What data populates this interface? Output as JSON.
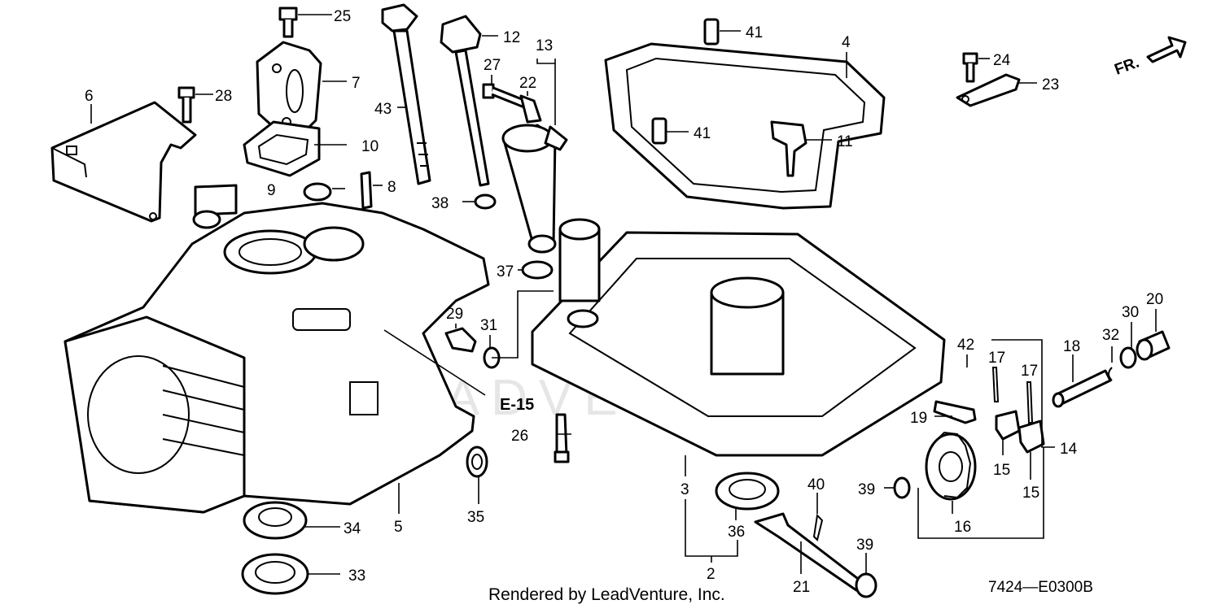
{
  "diagram": {
    "callouts": {
      "c2": "2",
      "c3": "3",
      "c4": "4",
      "c5": "5",
      "c6": "6",
      "c7": "7",
      "c8": "8",
      "c9": "9",
      "c10": "10",
      "c11": "11",
      "c12": "12",
      "c13": "13",
      "c14": "14",
      "c15a": "15",
      "c15b": "15",
      "c16": "16",
      "c17a": "17",
      "c17b": "17",
      "c18": "18",
      "c19": "19",
      "c20": "20",
      "c21": "21",
      "c22": "22",
      "c23": "23",
      "c24": "24",
      "c25": "25",
      "c26": "26",
      "c27": "27",
      "c28": "28",
      "c29": "29",
      "c30": "30",
      "c31": "31",
      "c32": "32",
      "c33": "33",
      "c34": "34",
      "c35": "35",
      "c36": "36",
      "c37": "37",
      "c38": "38",
      "c39a": "39",
      "c39b": "39",
      "c40": "40",
      "c41a": "41",
      "c41b": "41",
      "c42": "42",
      "c43": "43"
    },
    "reference": "E-15",
    "direction": "FR.",
    "watermark": "LEADVENTURE",
    "credit": "Rendered by LeadVenture, Inc.",
    "diagram_code": "7424—E0300B"
  }
}
